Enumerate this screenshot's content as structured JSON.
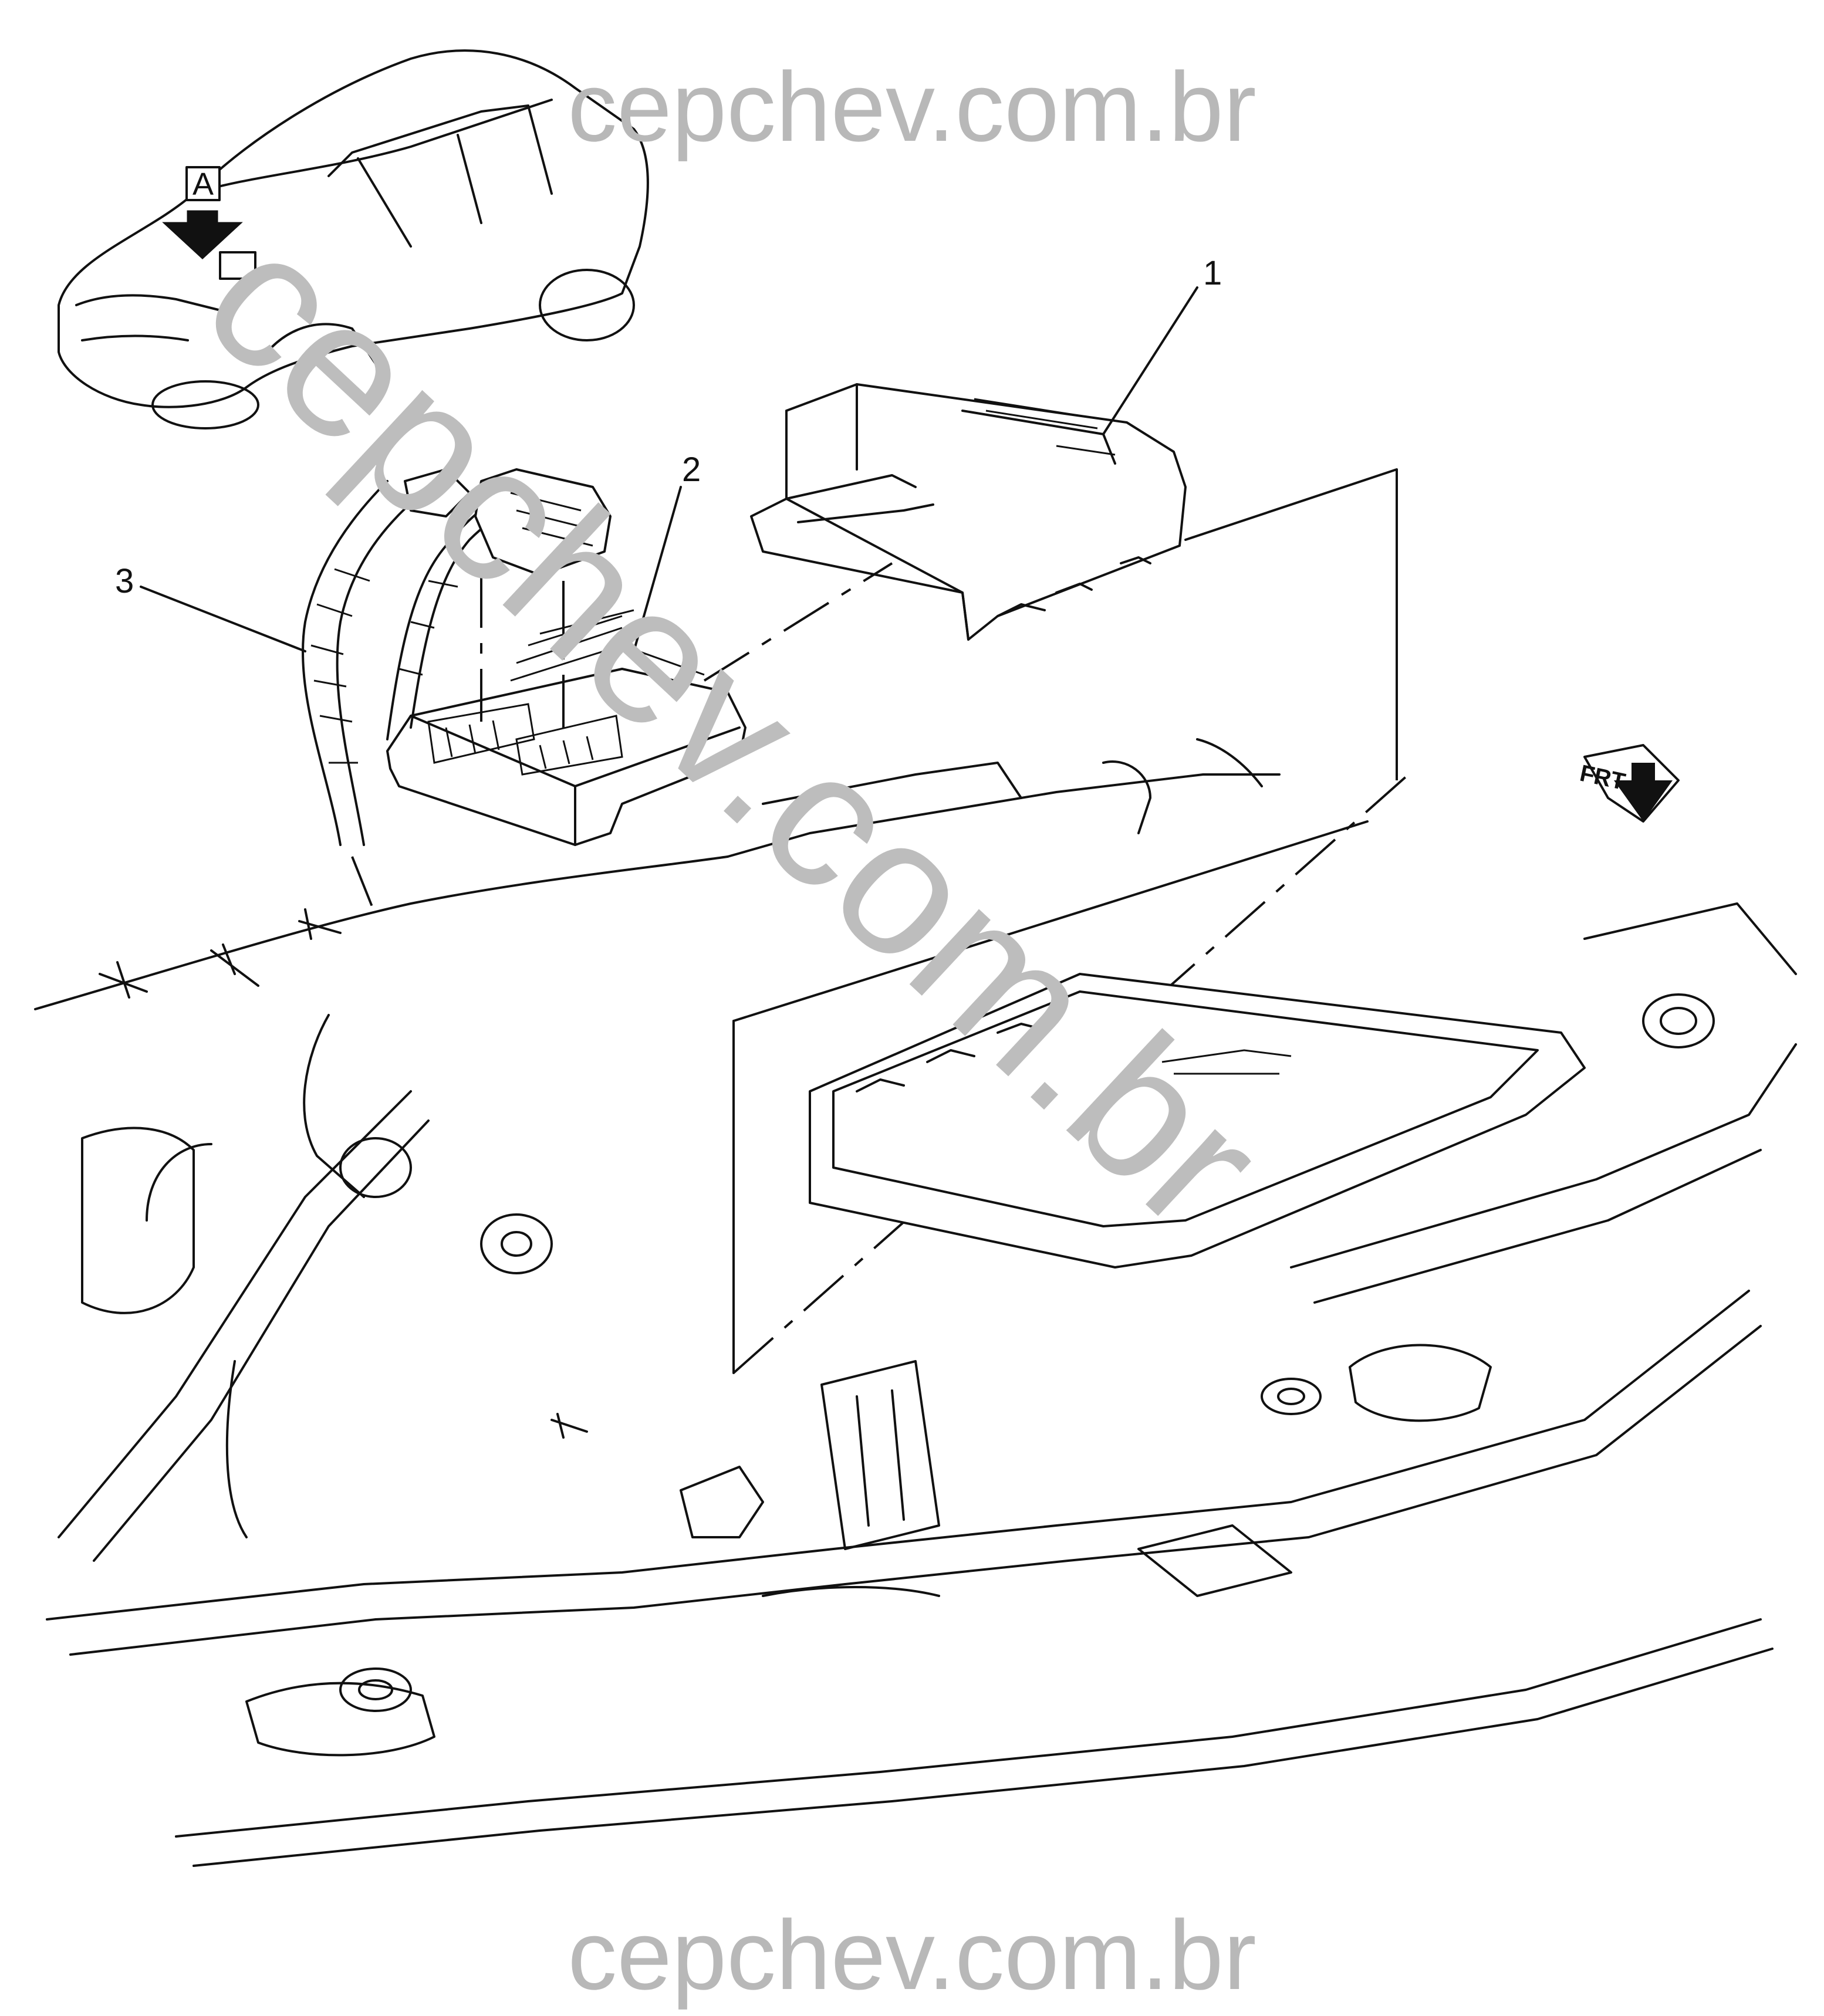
{
  "watermark": {
    "top": "cepchev.com.br",
    "bottom": "cepchev.com.br",
    "diagonal": "cepchev.com.br"
  },
  "view_indicator": {
    "label": "A"
  },
  "callouts": [
    {
      "id": "1",
      "label": "1"
    },
    {
      "id": "2",
      "label": "2"
    },
    {
      "id": "3",
      "label": "3"
    }
  ],
  "front_indicator": {
    "label": "FRT"
  },
  "colors": {
    "line": "#111111",
    "watermark": "#b8b8b8",
    "background": "#ffffff"
  }
}
